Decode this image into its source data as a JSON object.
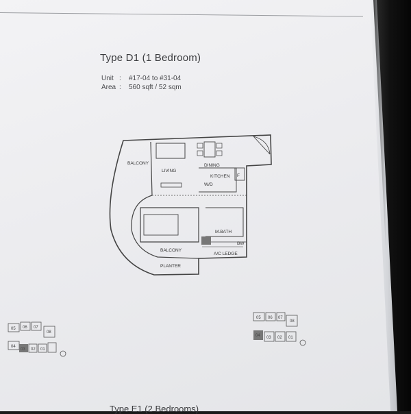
{
  "title": "Type D1 (1 Bedroom)",
  "unit": {
    "label": "Unit",
    "sep": ":",
    "value": "#17-04 to #31-04"
  },
  "area": {
    "label": "Area",
    "sep": ":",
    "value": "560 sqft / 52 sqm"
  },
  "rooms": {
    "balcony_top": "BALCONY",
    "living": "LIVING",
    "dining": "DINING",
    "kitchen": "KITCHEN",
    "fridge": "F",
    "mbath": "M.BATH",
    "bw": "BW",
    "balcony_bottom": "BALCONY",
    "planter": "PLANTER",
    "ac_ledge": "A/C LEDGE",
    "wm": "W/D"
  },
  "keyplan_left": {
    "units": [
      "05",
      "06",
      "07",
      "08",
      "04",
      "03",
      "02",
      "01"
    ],
    "highlight": "03"
  },
  "keyplan_right": {
    "units": [
      "05",
      "06",
      "07",
      "08",
      "04",
      "03",
      "02",
      "01"
    ],
    "highlight": "04"
  },
  "next_heading": "Type E1 (2 Bedrooms)",
  "colors": {
    "paper": "#ececef",
    "ink": "#3a3b3e",
    "highlight": "#777777"
  }
}
